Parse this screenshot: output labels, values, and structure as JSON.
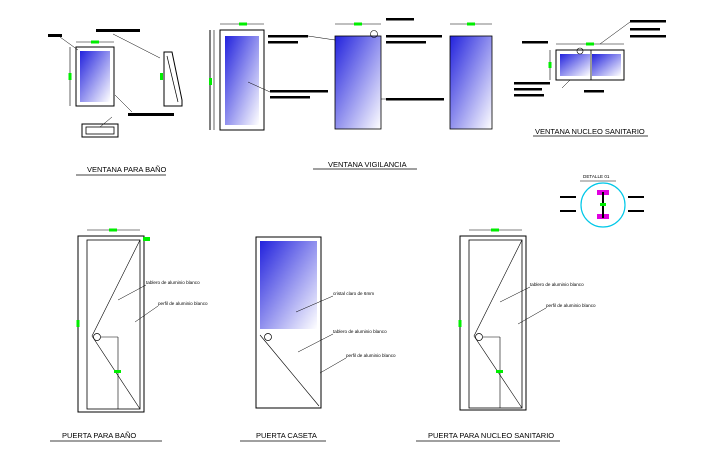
{
  "titles": {
    "ventana_bano": "VENTANA PARA BAÑO",
    "ventana_vigilancia": "VENTANA VIGILANCIA",
    "ventana_nucleo": "VENTANA NUCLEO SANITARIO",
    "detalle": "DETALLE 01",
    "puerta_bano": "PUERTA PARA BAÑO",
    "puerta_caseta": "PUERTA CASETA",
    "puerta_nucleo": "PUERTA PARA NUCLEO SANITARIO"
  },
  "notes": {
    "tablero": "tablero de aluminio blanco",
    "perfil": "perfil de aluminio blanco",
    "cristal": "cristal claro de 6mm"
  },
  "colors": {
    "line": "#000000",
    "dimension": "#00ee00",
    "glass_dark": "#2a2ae0",
    "glass_light": "#ffffff",
    "detail_ring": "#00c8e8",
    "detail_accent": "#e000e0"
  }
}
